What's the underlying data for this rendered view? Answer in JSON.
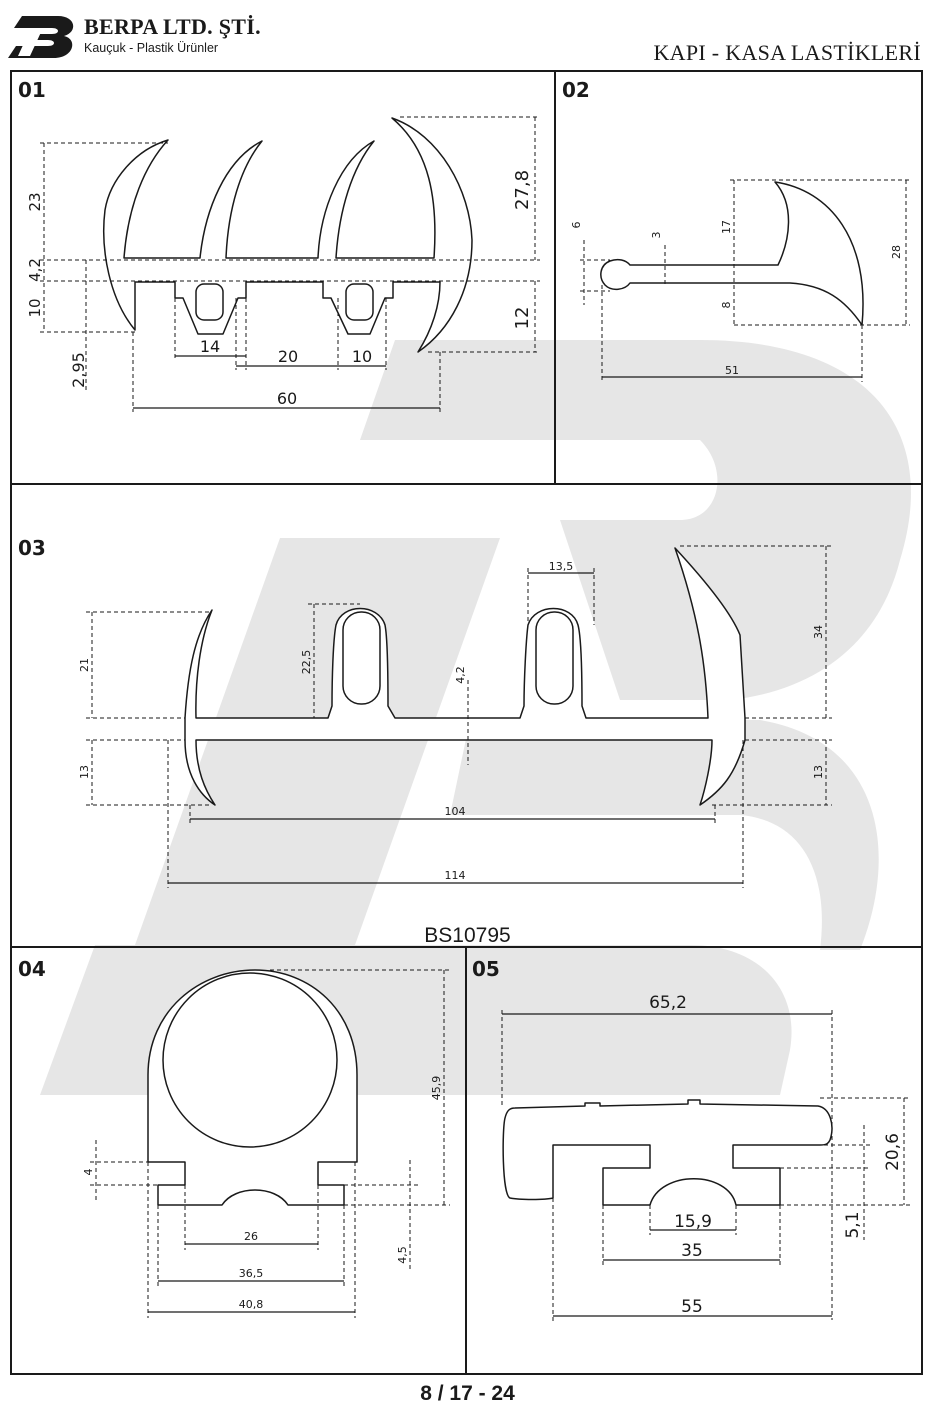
{
  "header": {
    "company": "BERPA LTD. ŞTİ.",
    "subtitle": "Kauçuk - Plastik Ürünler",
    "title": "KAPI - KASA LASTİKLERİ"
  },
  "colors": {
    "ink": "#1a1a1a",
    "watermark": "#e6e6e6",
    "background": "#ffffff"
  },
  "icons": {
    "logo": "berpa-logo-icon",
    "watermark": "berpa-watermark-logo"
  },
  "profiles": [
    {
      "number": "01",
      "dimensions": [
        "23",
        "4,2",
        "10",
        "27,8",
        "12",
        "14",
        "20",
        "10",
        "2,95",
        "60"
      ]
    },
    {
      "number": "02",
      "dimensions": [
        "6",
        "3",
        "17",
        "28",
        "8",
        "51"
      ]
    },
    {
      "number": "03",
      "code": "BS10795",
      "dimensions": [
        "21",
        "22,5",
        "13,5",
        "4,2",
        "34",
        "13",
        "104",
        "13",
        "114"
      ]
    },
    {
      "number": "04",
      "dimensions": [
        "45,9",
        "4",
        "4,5",
        "26",
        "36,5",
        "40,8"
      ]
    },
    {
      "number": "05",
      "dimensions": [
        "65,2",
        "20,6",
        "5,1",
        "15,9",
        "35",
        "55"
      ]
    }
  ],
  "footer": {
    "page": "8 / 17 - 24"
  }
}
